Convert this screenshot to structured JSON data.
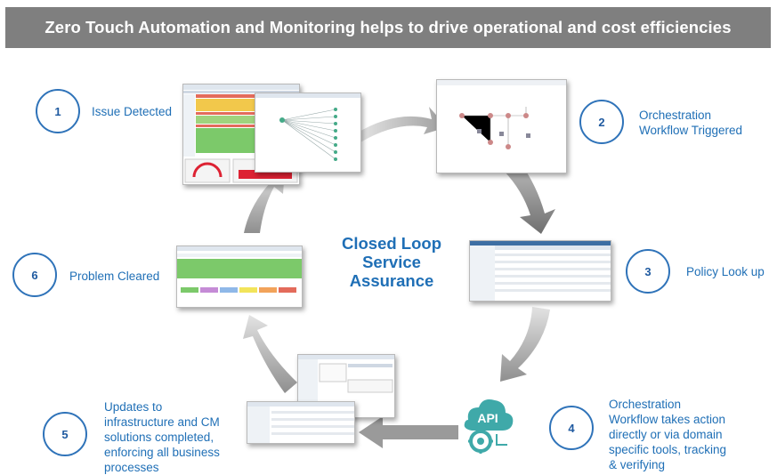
{
  "header": {
    "title": "Zero Touch Automation and Monitoring helps to drive operational and cost efficiencies"
  },
  "center": {
    "lines": [
      "Closed Loop",
      "Service",
      "Assurance"
    ]
  },
  "steps": [
    {
      "number": "1",
      "label_lines": [
        "Issue Detected"
      ]
    },
    {
      "number": "2",
      "label_lines": [
        "Orchestration",
        "Workflow Triggered"
      ]
    },
    {
      "number": "3",
      "label_lines": [
        "Policy Look up"
      ]
    },
    {
      "number": "4",
      "label_lines": [
        "Orchestration",
        "Workflow takes action",
        "directly or via domain",
        "specific tools, tracking",
        "& verifying"
      ]
    },
    {
      "number": "5",
      "label_lines": [
        "Updates to",
        "infrastructure and CM",
        "solutions completed,",
        "enforcing all business",
        "processes"
      ]
    },
    {
      "number": "6",
      "label_lines": [
        "Problem Cleared"
      ]
    }
  ],
  "api_logo": {
    "text": "API",
    "color": "#3fa9a9"
  },
  "colors": {
    "accent": "#1f6fb6",
    "banner": "#7f7f7f",
    "arrow": "#a9a9a9"
  }
}
